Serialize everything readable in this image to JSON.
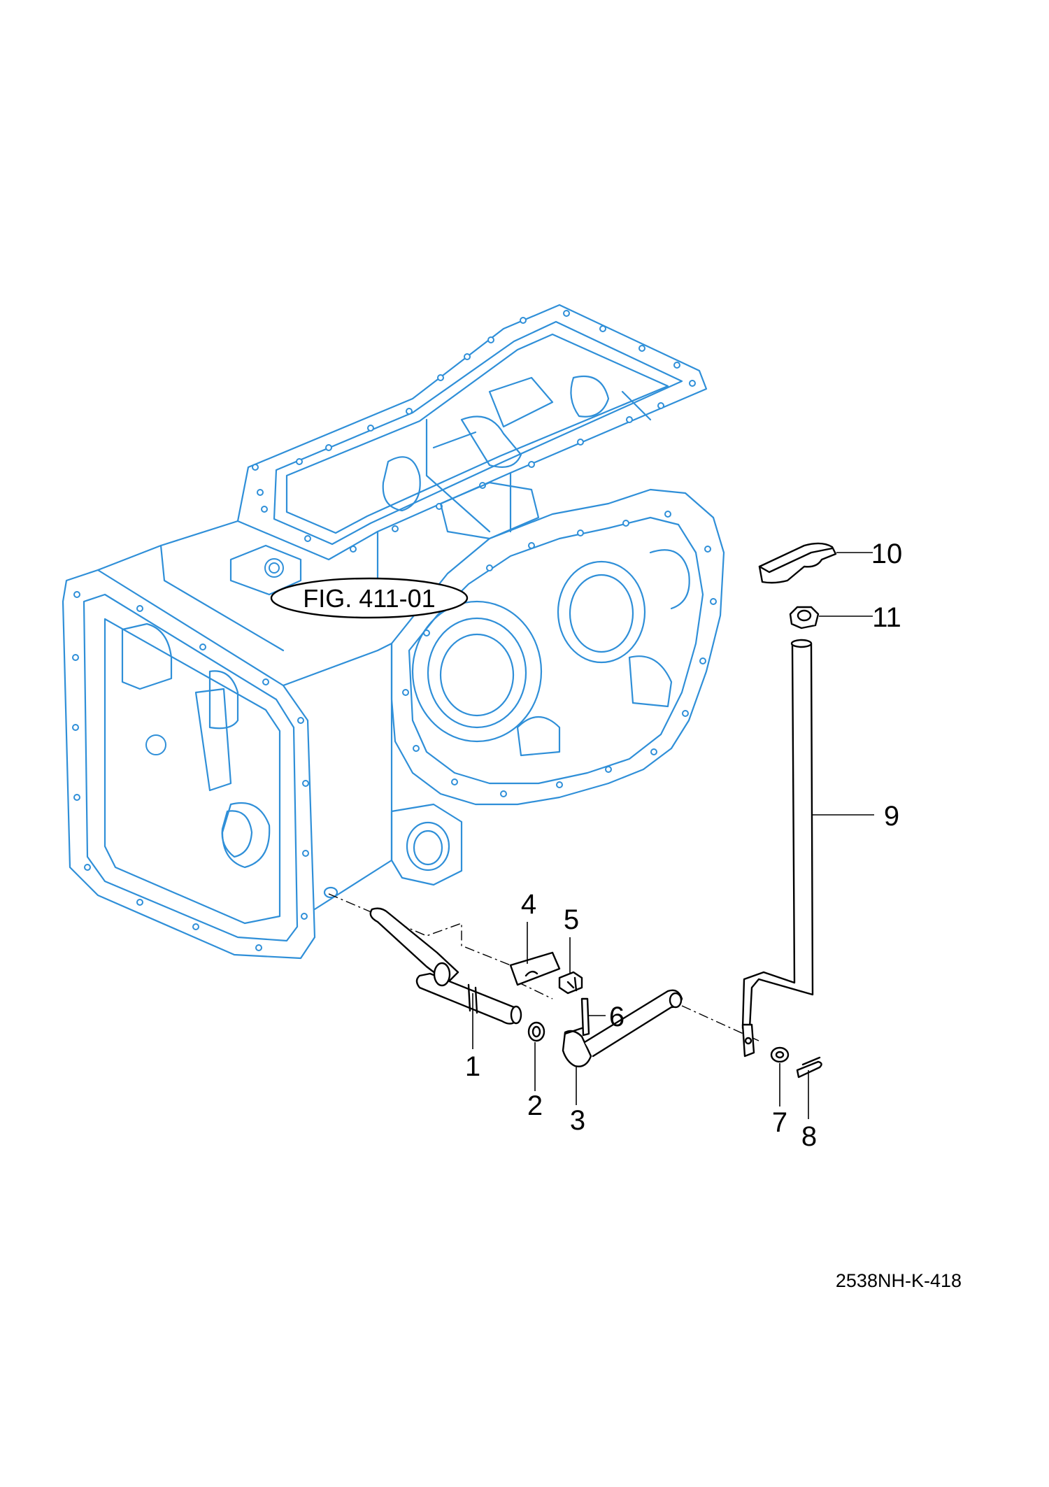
{
  "figure_reference": "FIG. 411-01",
  "drawing_number": "2538NH-K-418",
  "callouts": [
    "1",
    "2",
    "3",
    "4",
    "5",
    "6",
    "7",
    "8",
    "9",
    "10",
    "11"
  ],
  "colors": {
    "housing_line": "#2f8fd8",
    "part_line": "#000000",
    "background": "#ffffff"
  }
}
